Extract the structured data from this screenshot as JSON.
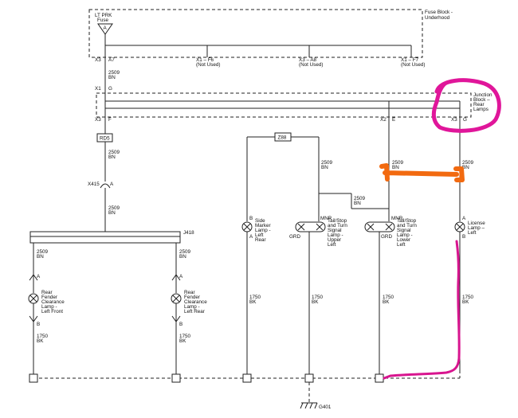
{
  "fuse_block": {
    "title_line1": "Fuse Block -",
    "title_line2": "Underhood",
    "fuse_label_line1": "LT PRK",
    "fuse_label_line2": "Fuse",
    "fuse_pin": "A",
    "conn_main": "X3",
    "conn_main_pin": "A7",
    "f6_conn": "X1 – F6",
    "f6_note": "(Not Used)",
    "a8_conn": "X3 – A8",
    "a8_note": "(Not Used)",
    "f7_conn": "X1 – F7",
    "f7_note": "(Not Used)"
  },
  "feed_wire": {
    "circuit": "2509",
    "color": "BN"
  },
  "junction_block": {
    "title_line1": "Junction",
    "title_line2": "Block –",
    "title_line3": "Rear",
    "title_line4": "Lamps",
    "in_conn": "X1",
    "in_pin": "G",
    "left_conn": "X3",
    "left_pin": "F",
    "mid_conn": "X2",
    "mid_pin": "E",
    "right_conn": "X3",
    "right_pin": "G"
  },
  "splices": {
    "rd5": "RD5",
    "z88": "Z88",
    "j418": "J418"
  },
  "inline_conn": {
    "name": "X415",
    "pin": "A"
  },
  "wires": {
    "circuit_2509": "2509",
    "color_bn": "BN",
    "circuit_1750": "1750",
    "color_bk": "BK"
  },
  "lamps": {
    "front_clearance": {
      "l1": "Rear",
      "l2": "Fender",
      "l3": "Clearance",
      "l4": "Lamp -",
      "l5": "Left Front",
      "pin_top": "A",
      "pin_bottom": "B"
    },
    "rear_clearance": {
      "l1": "Rear",
      "l2": "Fender",
      "l3": "Clearance",
      "l4": "Lamp -",
      "l5": "Left Rear",
      "pin_top": "A",
      "pin_bottom": "B"
    },
    "side_marker": {
      "l1": "Side",
      "l2": "Marker",
      "l3": "Lamp -",
      "l4": "Left",
      "l5": "Rear",
      "pin_top": "B",
      "pin_bottom": "A"
    },
    "upper": {
      "l1": "Tail/Stop",
      "l2": "and Turn",
      "l3": "Signal",
      "l4": "Lamp -",
      "l5": "Upper",
      "l6": "Left",
      "pin_top": "MNR",
      "pin_bottom": "GRD"
    },
    "lower": {
      "l1": "Tail/Stop",
      "l2": "and Turn",
      "l3": "Signal",
      "l4": "Lamp -",
      "l5": "Lower",
      "l6": "Left",
      "pin_top": "MNR",
      "pin_bottom": "GRD"
    },
    "license": {
      "l1": "License",
      "l2": "Lamp –",
      "l3": "Left",
      "pin_top": "A",
      "pin_bottom": "B"
    }
  },
  "ground": {
    "name": "G401"
  },
  "annotation_colors": {
    "circle": "#e0169a",
    "bar": "#f26a10",
    "trace": "#d8158f"
  }
}
